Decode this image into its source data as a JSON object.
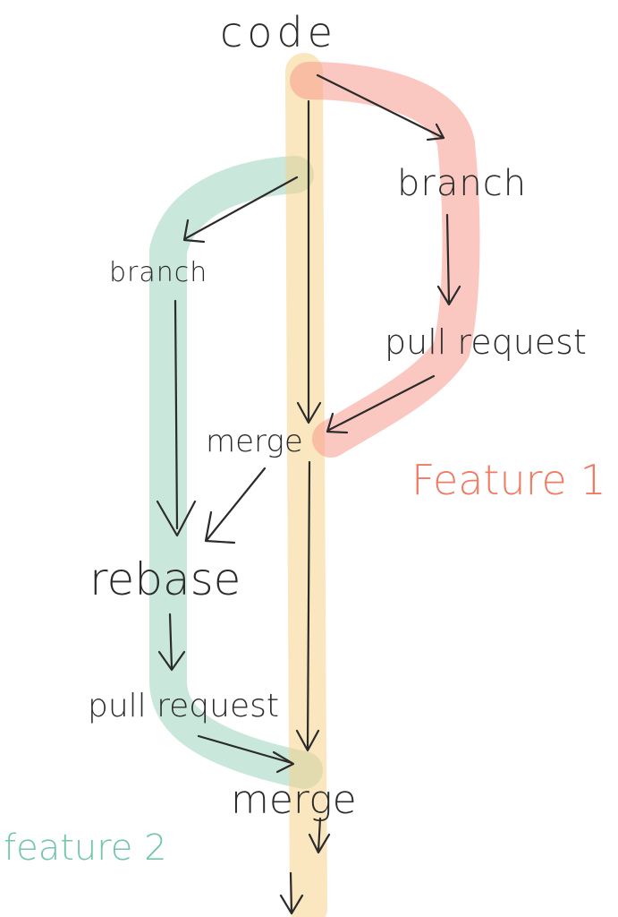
{
  "colors": {
    "main": "#f5d28a",
    "feature1": "#f59a8c",
    "feature2": "#9fd4c0",
    "feature1_label": "#f07a62",
    "feature2_label": "#74c5ad",
    "ink": "#2b2b2b"
  },
  "nodes": {
    "code": "code",
    "branch_right": "branch",
    "pull_request_right": "pull request",
    "merge_middle": "merge",
    "branch_left": "branch",
    "rebase": "rebase",
    "pull_request_left": "pull request",
    "merge_bottom": "merge"
  },
  "tracks": {
    "feature1": "Feature 1",
    "feature2": "feature 2"
  }
}
